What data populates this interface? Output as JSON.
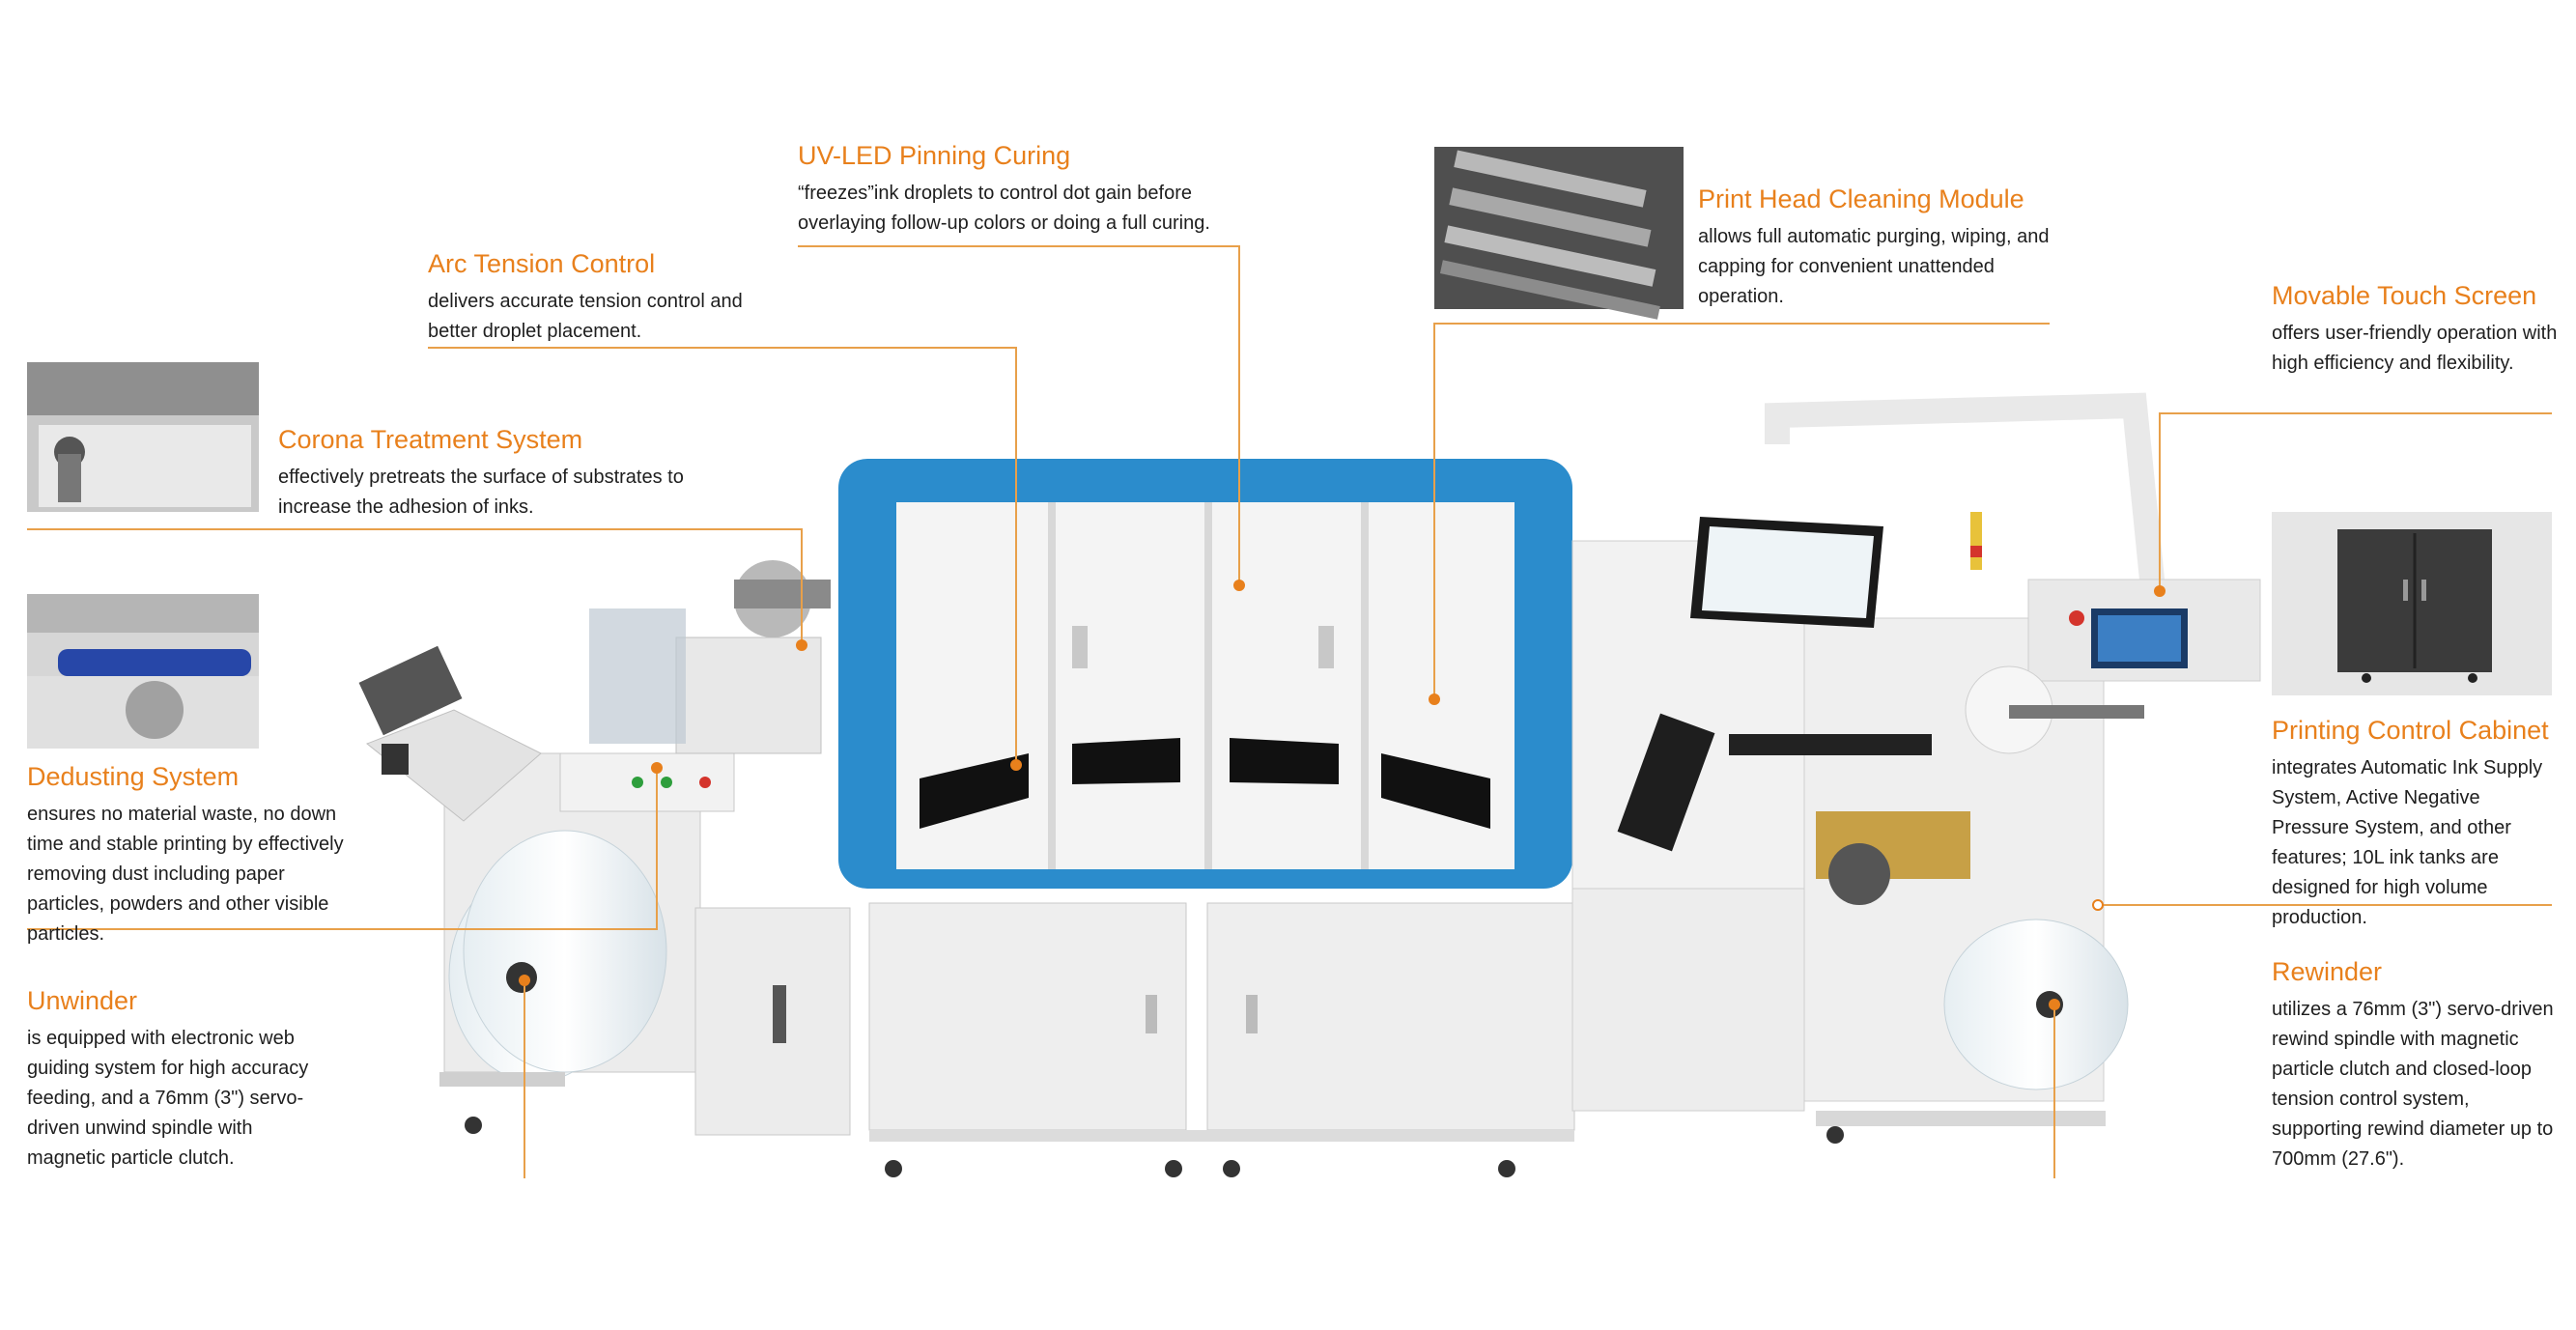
{
  "callouts": {
    "uv_led": {
      "title": "UV-LED Pinning Curing",
      "description": "“freezes”ink droplets to control dot gain before overlaying follow-up colors or doing a full curing."
    },
    "arc_tension": {
      "title": "Arc Tension Control",
      "description": "delivers accurate tension control and better droplet placement."
    },
    "corona": {
      "title": "Corona Treatment System",
      "description": "effectively pretreats the surface of substrates to increase the adhesion of inks."
    },
    "dedusting": {
      "title": "Dedusting System",
      "description": "ensures no material waste, no down time and stable printing by effectively removing dust including paper particles, powders and other visible particles."
    },
    "unwinder": {
      "title": "Unwinder",
      "description": "is equipped with electronic web guiding system for high accuracy feeding, and a 76mm (3\") servo-driven unwind spindle with magnetic particle clutch."
    },
    "print_head_cleaning": {
      "title": "Print Head Cleaning Module",
      "description": "allows full automatic purging, wiping, and capping for convenient unattended operation."
    },
    "touch_screen": {
      "title": "Movable Touch Screen",
      "description": "offers user-friendly operation with high efficiency and flexibility."
    },
    "control_cabinet": {
      "title": "Printing Control Cabinet",
      "description": "integrates Automatic Ink Supply System, Active Negative Pressure System, and other features; 10L ink tanks are designed for high volume production."
    },
    "rewinder": {
      "title": "Rewinder",
      "description": "utilizes a 76mm (3\") servo-driven rewind spindle with magnetic particle clutch and closed-loop tension control system, supporting rewind diameter up to 700mm (27.6\")."
    }
  },
  "colors": {
    "accent": "#e8801c",
    "machine_blue": "#2b8ccc",
    "machine_body": "#eeeeee"
  }
}
